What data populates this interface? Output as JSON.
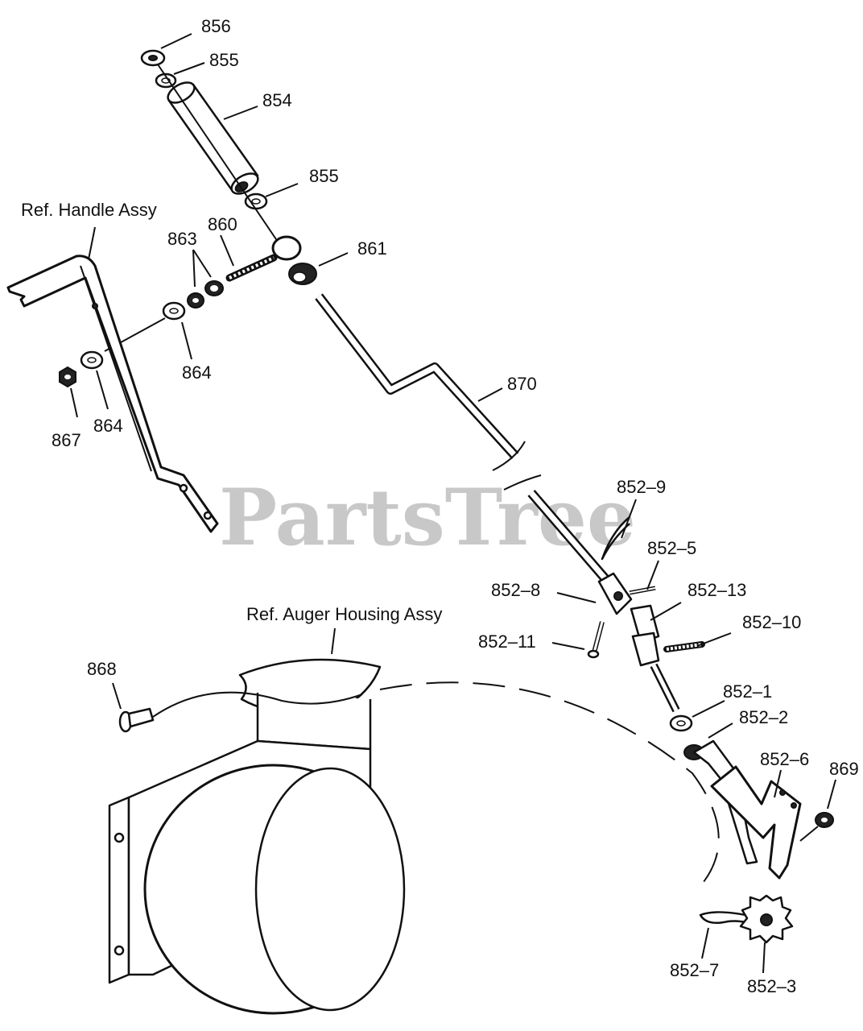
{
  "watermark": "PartsTree",
  "references": {
    "handle": "Ref. Handle Assy",
    "auger_housing": "Ref. Auger Housing Assy"
  },
  "callouts": {
    "p856": "856",
    "p855a": "855",
    "p854": "854",
    "p855b": "855",
    "p860": "860",
    "p863": "863",
    "p861": "861",
    "p864a": "864",
    "p867": "867",
    "p864b": "864",
    "p870": "870",
    "p852_9": "852–9",
    "p852_5": "852–5",
    "p852_8": "852–8",
    "p852_13": "852–13",
    "p852_11": "852–11",
    "p852_10": "852–10",
    "p868": "868",
    "p852_1": "852–1",
    "p852_2": "852–2",
    "p852_6": "852–6",
    "p869": "869",
    "p852_7": "852–7",
    "p852_3": "852–3"
  }
}
